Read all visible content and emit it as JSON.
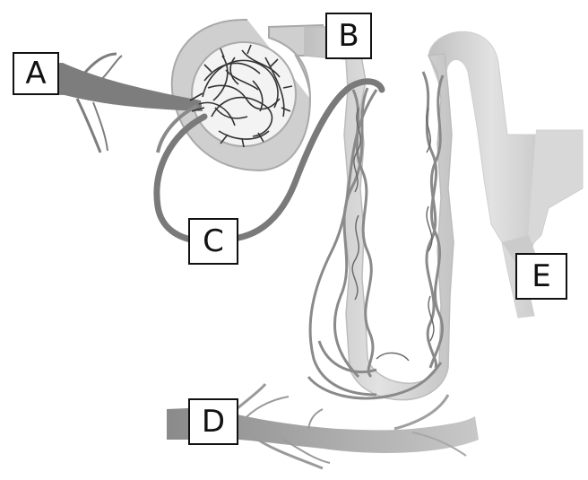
{
  "labels": {
    "a": "A",
    "b": "B",
    "c": "C",
    "d": "D",
    "e": "E"
  },
  "colors": {
    "vessel_dark": "#6f6f6f",
    "vessel_mid": "#8e8e8e",
    "tubule_light": "#d6d6d6",
    "tubule_shade": "#b9b9b9",
    "outline": "#111111",
    "background": "#ffffff"
  }
}
